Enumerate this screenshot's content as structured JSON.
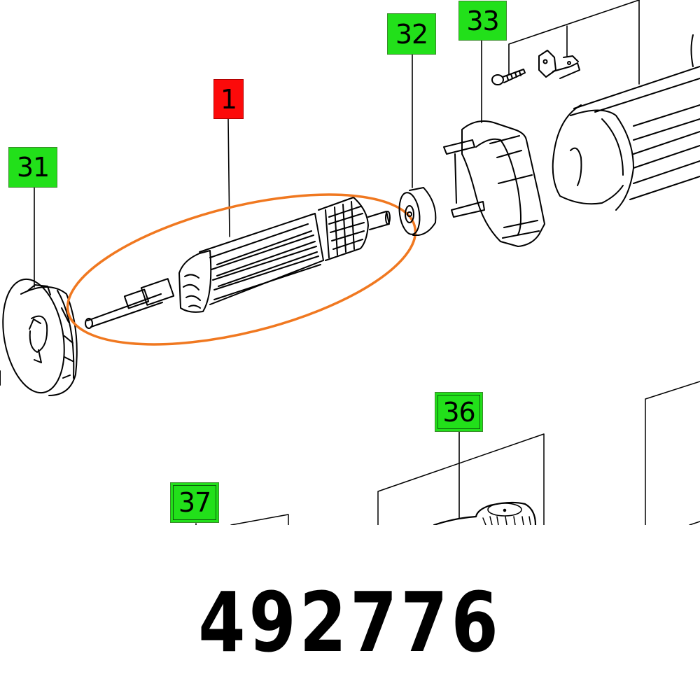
{
  "diagram": {
    "type": "exploded-parts-drawing",
    "highlight_color": "#f07820",
    "callouts": [
      {
        "id": "1",
        "label": "1",
        "color": "#fc0a0a",
        "highlighted": true,
        "part": "armature"
      },
      {
        "id": "31",
        "label": "31",
        "color": "#22e01a",
        "highlighted": false,
        "part": "fan-wheel"
      },
      {
        "id": "32",
        "label": "32",
        "color": "#22e01a",
        "highlighted": false,
        "part": "ball-bearing"
      },
      {
        "id": "33",
        "label": "33",
        "color": "#22e01a",
        "highlighted": false,
        "part": "brush-holder-plate"
      },
      {
        "id": "36",
        "label": "36",
        "color": "#22e01a",
        "highlighted": false,
        "part": "switch-knob"
      },
      {
        "id": "37",
        "label": "37",
        "color": "#22e01a",
        "highlighted": false,
        "part": "housing-part"
      }
    ]
  },
  "footer": {
    "part_number": "492776"
  }
}
